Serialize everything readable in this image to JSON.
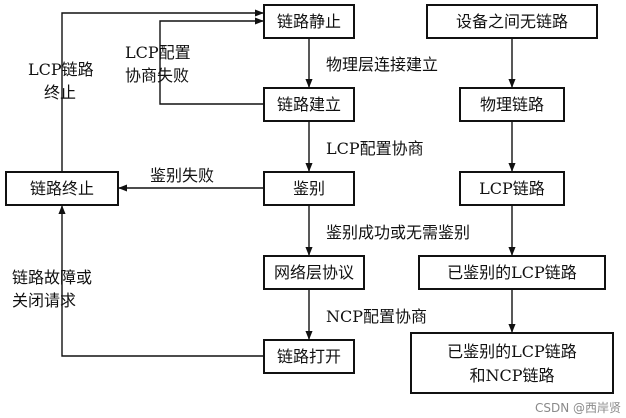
{
  "nodes": {
    "dead": "链路静止",
    "establish": "链路建立",
    "authenticate": "鉴别",
    "network": "网络层协议",
    "open": "链路打开",
    "terminate": "链路终止",
    "no_link": "设备之间无链路",
    "physical": "物理链路",
    "lcp_link": "LCP链路",
    "auth_lcp": "已鉴别的LCP链路",
    "auth_lcp_ncp_1": "已鉴别的LCP链路",
    "auth_lcp_ncp_2": "和NCP链路"
  },
  "labels": {
    "physical_up": "物理层连接建立",
    "lcp_fail_1": "LCP配置",
    "lcp_fail_2": "协商失败",
    "lcp_negotiate": "LCP配置协商",
    "auth_fail": "鉴别失败",
    "auth_ok": "鉴别成功或无需鉴别",
    "ncp_negotiate": "NCP配置协商",
    "lcp_terminate_1": "LCP链路",
    "lcp_terminate_2": "终止",
    "close_1": "链路故障或",
    "close_2": "关闭请求"
  },
  "watermark": "CSDN @西岸贤"
}
